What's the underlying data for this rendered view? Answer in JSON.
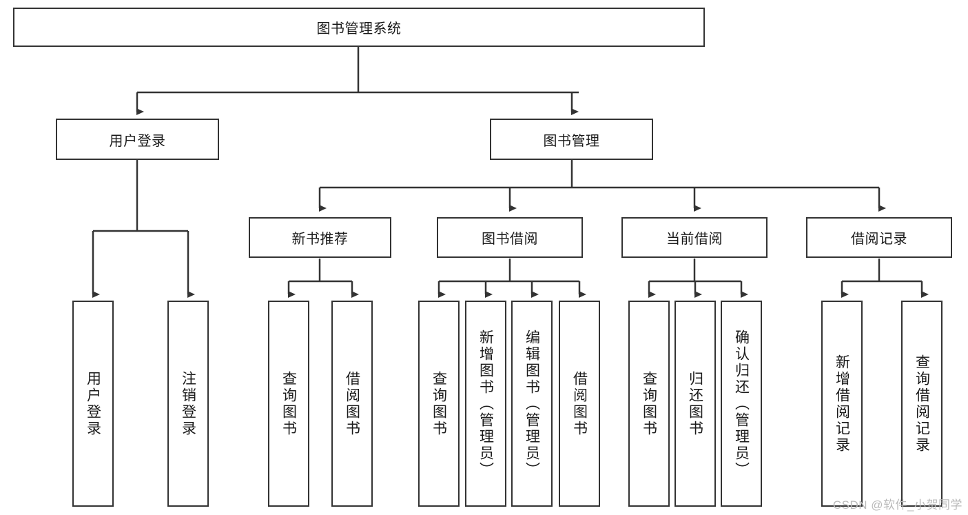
{
  "diagram": {
    "type": "tree-hierarchy",
    "title": "图书管理系统",
    "watermark": "CSDN @软件_小贺同学",
    "colors": {
      "stroke": "#333333",
      "fill": "#ffffff",
      "text": "#1a1a1a",
      "watermark": "#b9b9b9"
    },
    "nodes": {
      "root": {
        "label": "图书管理系统"
      },
      "level2": [
        {
          "id": "user-login",
          "label": "用户登录"
        },
        {
          "id": "book-management",
          "label": "图书管理"
        }
      ],
      "level3": [
        {
          "id": "new-book-recommend",
          "label": "新书推荐"
        },
        {
          "id": "book-borrow",
          "label": "图书借阅"
        },
        {
          "id": "current-borrow",
          "label": "当前借阅"
        },
        {
          "id": "borrow-record",
          "label": "借阅记录"
        }
      ],
      "leaves": {
        "user_login": [
          {
            "id": "leaf-user-login",
            "label": "用户登录"
          },
          {
            "id": "leaf-logout-login",
            "label": "注销登录"
          }
        ],
        "new_book_recommend": [
          {
            "id": "leaf-query-book-1",
            "label": "查询图书"
          },
          {
            "id": "leaf-borrow-book-1",
            "label": "借阅图书"
          }
        ],
        "book_borrow": [
          {
            "id": "leaf-query-book-2",
            "label": "查询图书"
          },
          {
            "id": "leaf-add-book",
            "label": "新增图书（管理员）"
          },
          {
            "id": "leaf-edit-book",
            "label": "编辑图书（管理员）"
          },
          {
            "id": "leaf-borrow-book-2",
            "label": "借阅图书"
          }
        ],
        "current_borrow": [
          {
            "id": "leaf-query-book-3",
            "label": "查询图书"
          },
          {
            "id": "leaf-return-book",
            "label": "归还图书"
          },
          {
            "id": "leaf-confirm-return",
            "label": "确认归还（管理员）"
          }
        ],
        "borrow_record": [
          {
            "id": "leaf-add-record",
            "label": "新增借阅记录"
          },
          {
            "id": "leaf-query-record",
            "label": "查询借阅记录"
          }
        ]
      }
    }
  }
}
